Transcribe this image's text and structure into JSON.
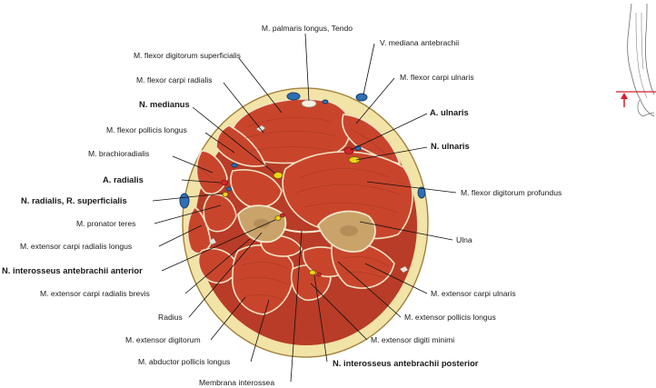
{
  "labels": {
    "palmaris_longus": "M. palmaris longus, Tendo",
    "fds": "M. flexor digitorum superficialis",
    "fcr": "M. flexor carpi radialis",
    "medianus": "N. medianus",
    "fpl": "M. flexor pollicis longus",
    "brachioradialis": "M. brachioradialis",
    "a_radialis": "A. radialis",
    "n_radialis": "N. radialis, R. superficialis",
    "pronator_teres": "M. pronator teres",
    "ecrl": "M. extensor carpi radialis longus",
    "interosseus_anterior": "N. interosseus antebrachii anterior",
    "ecrb": "M. extensor carpi radialis brevis",
    "radius": "Radius",
    "ext_digitorum": "M. extensor digitorum",
    "apl": "M. abductor pollicis longus",
    "membrana": "Membrana interossea",
    "v_mediana": "V. mediana antebrachii",
    "fcu": "M. flexor carpi ulnaris",
    "a_ulnaris": "A. ulnaris",
    "n_ulnaris": "N. ulnaris",
    "fdp": "M. flexor digitorum profundus",
    "ulna": "Ulna",
    "ecu": "M. extensor carpi ulnaris",
    "epl": "M. extensor pollicis longus",
    "edm": "M. extensor digiti minimi",
    "interosseus_posterior": "N. interosseus antebrachii posterior"
  },
  "colors": {
    "muscle": "#c8452c",
    "fat": "#f2e3a7",
    "bone": "#c9a36a",
    "vein": "#2f6fb3",
    "artery": "#d4262a",
    "nerve": "#f1d318",
    "marker": "#d0202a"
  },
  "inset": {
    "icon": "arm-outline-icon",
    "marker": "section-plane-marker-with-arrow"
  }
}
